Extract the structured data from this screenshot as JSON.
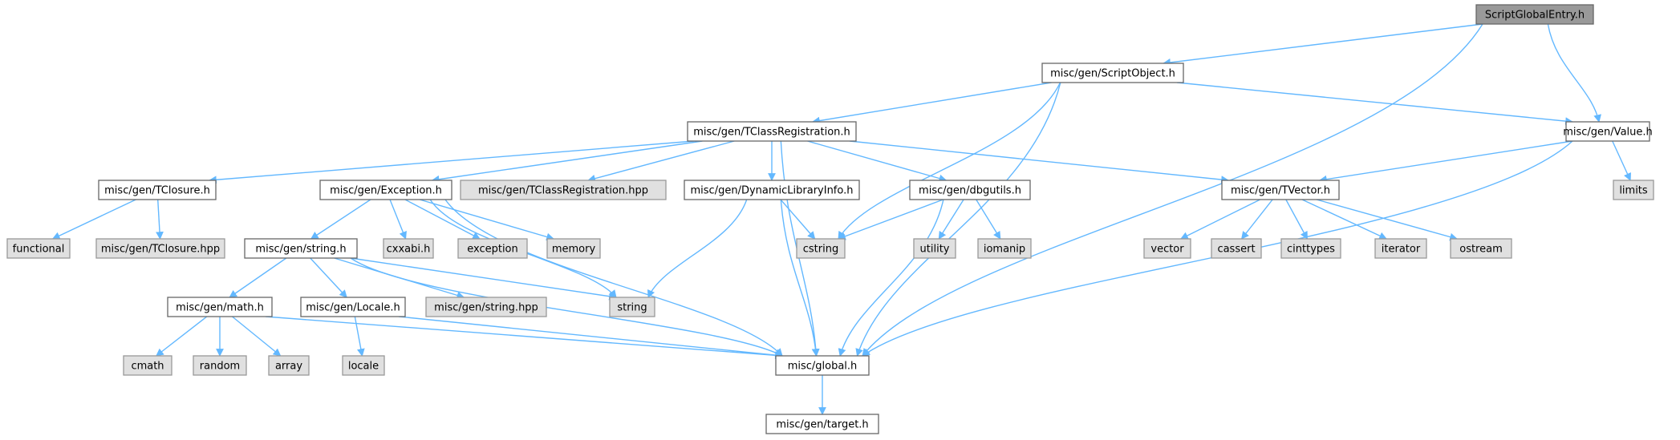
{
  "colors": {
    "edge": "#63b8ff",
    "node_fill": "#ffffff",
    "node_border": "#666666",
    "system_fill": "#e0e0e0",
    "system_border": "#999999",
    "root_fill": "#999999",
    "root_border": "#666666"
  },
  "nodes": [
    {
      "id": "root",
      "label": "ScriptGlobalEntry.h",
      "kind": "root"
    },
    {
      "id": "scriptobject",
      "label": "misc/gen/ScriptObject.h",
      "kind": "file"
    },
    {
      "id": "tclassreg",
      "label": "misc/gen/TClassRegistration.h",
      "kind": "file"
    },
    {
      "id": "value",
      "label": "misc/gen/Value.h",
      "kind": "file"
    },
    {
      "id": "tclosure",
      "label": "misc/gen/TClosure.h",
      "kind": "file"
    },
    {
      "id": "exception",
      "label": "misc/gen/Exception.h",
      "kind": "file"
    },
    {
      "id": "tclassreghpp",
      "label": "misc/gen/TClassRegistration.hpp",
      "kind": "system"
    },
    {
      "id": "dynlib",
      "label": "misc/gen/DynamicLibraryInfo.h",
      "kind": "file"
    },
    {
      "id": "dbgutils",
      "label": "misc/gen/dbgutils.h",
      "kind": "file"
    },
    {
      "id": "tvector",
      "label": "misc/gen/TVector.h",
      "kind": "file"
    },
    {
      "id": "limits",
      "label": "limits",
      "kind": "system"
    },
    {
      "id": "functional",
      "label": "functional",
      "kind": "system"
    },
    {
      "id": "tclosurehpp",
      "label": "misc/gen/TClosure.hpp",
      "kind": "system"
    },
    {
      "id": "string_h",
      "label": "misc/gen/string.h",
      "kind": "file"
    },
    {
      "id": "cxxabi",
      "label": "cxxabi.h",
      "kind": "system"
    },
    {
      "id": "exception_sys",
      "label": "exception",
      "kind": "system"
    },
    {
      "id": "memory",
      "label": "memory",
      "kind": "system"
    },
    {
      "id": "cstring",
      "label": "cstring",
      "kind": "system"
    },
    {
      "id": "utility",
      "label": "utility",
      "kind": "system"
    },
    {
      "id": "iomanip",
      "label": "iomanip",
      "kind": "system"
    },
    {
      "id": "vector",
      "label": "vector",
      "kind": "system"
    },
    {
      "id": "cassert",
      "label": "cassert",
      "kind": "system"
    },
    {
      "id": "cinttypes",
      "label": "cinttypes",
      "kind": "system"
    },
    {
      "id": "iterator",
      "label": "iterator",
      "kind": "system"
    },
    {
      "id": "ostream",
      "label": "ostream",
      "kind": "system"
    },
    {
      "id": "math_h",
      "label": "misc/gen/math.h",
      "kind": "file"
    },
    {
      "id": "locale_h",
      "label": "misc/gen/Locale.h",
      "kind": "file"
    },
    {
      "id": "stringhpp",
      "label": "misc/gen/string.hpp",
      "kind": "system"
    },
    {
      "id": "string_sys",
      "label": "string",
      "kind": "system"
    },
    {
      "id": "cmath",
      "label": "cmath",
      "kind": "system"
    },
    {
      "id": "random",
      "label": "random",
      "kind": "system"
    },
    {
      "id": "array",
      "label": "array",
      "kind": "system"
    },
    {
      "id": "locale_sys",
      "label": "locale",
      "kind": "system"
    },
    {
      "id": "global",
      "label": "misc/global.h",
      "kind": "file"
    },
    {
      "id": "target",
      "label": "misc/gen/target.h",
      "kind": "file"
    }
  ],
  "edges": [
    {
      "from": "root",
      "to": "scriptobject"
    },
    {
      "from": "root",
      "to": "value"
    },
    {
      "from": "root",
      "to": "global"
    },
    {
      "from": "scriptobject",
      "to": "tclassreg"
    },
    {
      "from": "scriptobject",
      "to": "value"
    },
    {
      "from": "scriptobject",
      "to": "cstring"
    },
    {
      "from": "scriptobject",
      "to": "global"
    },
    {
      "from": "tclassreg",
      "to": "tclosure"
    },
    {
      "from": "tclassreg",
      "to": "exception"
    },
    {
      "from": "tclassreg",
      "to": "tclassreghpp"
    },
    {
      "from": "tclassreg",
      "to": "dynlib"
    },
    {
      "from": "tclassreg",
      "to": "dbgutils"
    },
    {
      "from": "tclassreg",
      "to": "tvector"
    },
    {
      "from": "tclassreg",
      "to": "global"
    },
    {
      "from": "value",
      "to": "tvector"
    },
    {
      "from": "value",
      "to": "limits"
    },
    {
      "from": "value",
      "to": "global"
    },
    {
      "from": "tclosure",
      "to": "functional"
    },
    {
      "from": "tclosure",
      "to": "tclosurehpp"
    },
    {
      "from": "exception",
      "to": "string_h"
    },
    {
      "from": "exception",
      "to": "cxxabi"
    },
    {
      "from": "exception",
      "to": "exception_sys"
    },
    {
      "from": "exception",
      "to": "memory"
    },
    {
      "from": "exception",
      "to": "string_sys"
    },
    {
      "from": "exception",
      "to": "global"
    },
    {
      "from": "dynlib",
      "to": "cstring"
    },
    {
      "from": "dynlib",
      "to": "string_sys"
    },
    {
      "from": "dynlib",
      "to": "global"
    },
    {
      "from": "dbgutils",
      "to": "cstring"
    },
    {
      "from": "dbgutils",
      "to": "utility"
    },
    {
      "from": "dbgutils",
      "to": "iomanip"
    },
    {
      "from": "dbgutils",
      "to": "global"
    },
    {
      "from": "tvector",
      "to": "vector"
    },
    {
      "from": "tvector",
      "to": "cassert"
    },
    {
      "from": "tvector",
      "to": "cinttypes"
    },
    {
      "from": "tvector",
      "to": "iterator"
    },
    {
      "from": "tvector",
      "to": "ostream"
    },
    {
      "from": "string_h",
      "to": "math_h"
    },
    {
      "from": "string_h",
      "to": "locale_h"
    },
    {
      "from": "string_h",
      "to": "stringhpp"
    },
    {
      "from": "string_h",
      "to": "string_sys"
    },
    {
      "from": "string_h",
      "to": "global"
    },
    {
      "from": "math_h",
      "to": "cmath"
    },
    {
      "from": "math_h",
      "to": "random"
    },
    {
      "from": "math_h",
      "to": "array"
    },
    {
      "from": "math_h",
      "to": "global"
    },
    {
      "from": "locale_h",
      "to": "locale_sys"
    },
    {
      "from": "locale_h",
      "to": "global"
    },
    {
      "from": "global",
      "to": "target"
    }
  ]
}
